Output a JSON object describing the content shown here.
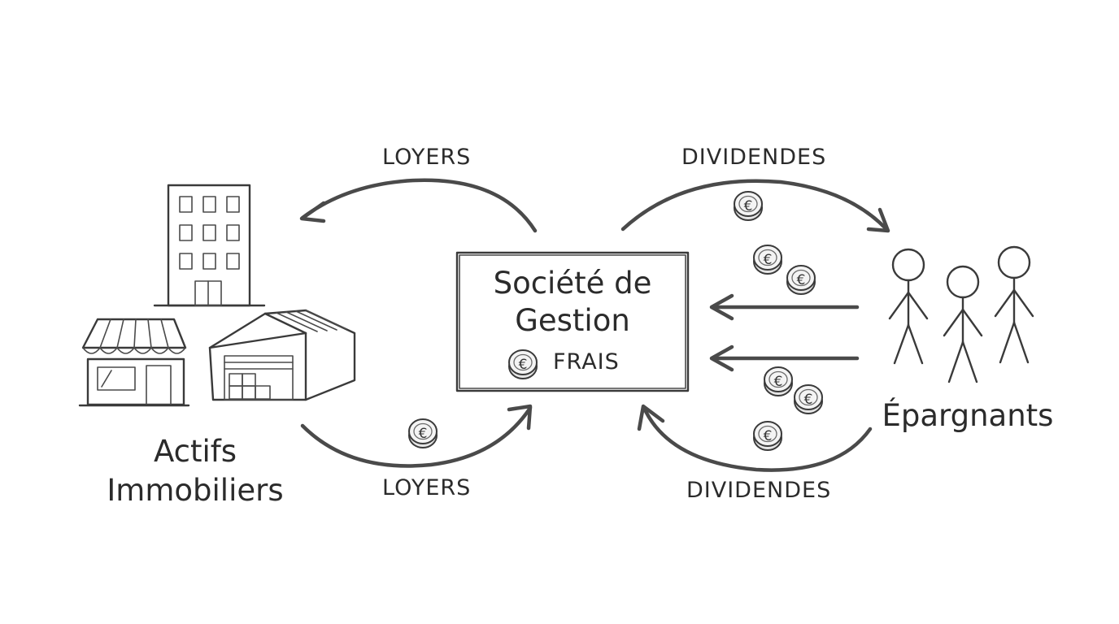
{
  "nodes": {
    "assets_line1": "Actifs",
    "assets_line2": "Immobiliers",
    "company_line1": "Société de",
    "company_line2": "Gestion",
    "fees": "FRAIS",
    "savers": "Épargnants"
  },
  "flows": {
    "rent_top": "LOYERS",
    "rent_bottom": "LOYERS",
    "dividends_top": "DIVIDENDES",
    "dividends_bottom": "DIVIDENDES"
  },
  "icons": {
    "coin": "euro-coin-icon",
    "coin_symbol": "€",
    "office": "office-building-icon",
    "shop": "shop-icon",
    "warehouse": "warehouse-icon",
    "person": "stick-figure-icon"
  },
  "colors": {
    "stroke": "#3a3a3a",
    "coin_fill": "#f2f2f2"
  }
}
